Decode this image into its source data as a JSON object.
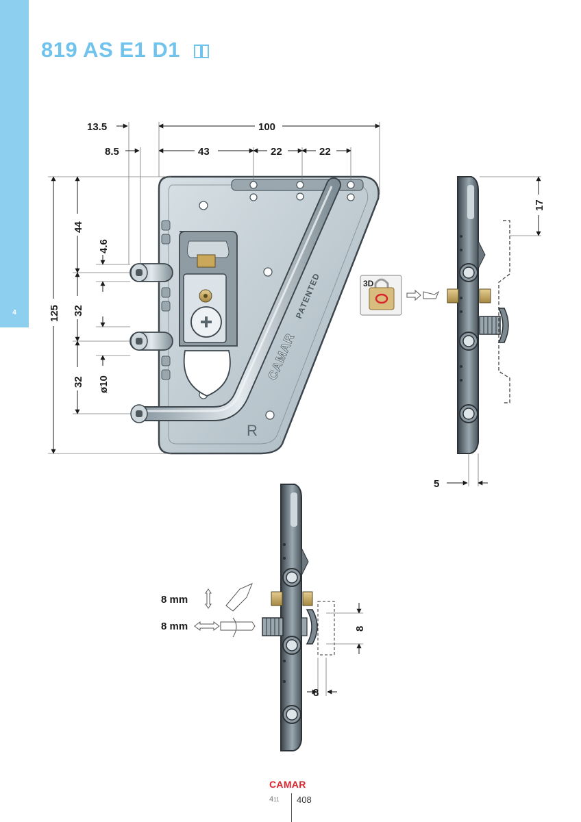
{
  "section": {
    "number": "4"
  },
  "header": {
    "title": "819 AS E1 D1"
  },
  "front_view": {
    "dims": {
      "d13_5": "13.5",
      "d100": "100",
      "d8_5": "8.5",
      "d43": "43",
      "d22a": "22",
      "d22b": "22",
      "d44": "44",
      "d4_6": "4.6",
      "d125": "125",
      "d32a": "32",
      "d32b": "32",
      "dphi10": "ø10"
    },
    "marks": {
      "brand": "CAMAR",
      "patented": "PATENTED",
      "hand": "R"
    }
  },
  "side_view": {
    "dims": {
      "d17": "17",
      "d5": "5"
    }
  },
  "badge_3d": {
    "label": "3D"
  },
  "adjust_view": {
    "dims": {
      "vertical_adjust": "8 mm",
      "axial_adjust": "8 mm",
      "d8a": "8",
      "d8b": "8"
    }
  },
  "footer": {
    "brand": "CAMAR",
    "section_ref": "4",
    "section_sub": "11",
    "page": "408"
  },
  "colors": {
    "accent": "#8ccfee",
    "title": "#6fc3ec",
    "plate": "#b9c6cd",
    "brand": "#d8252c"
  }
}
